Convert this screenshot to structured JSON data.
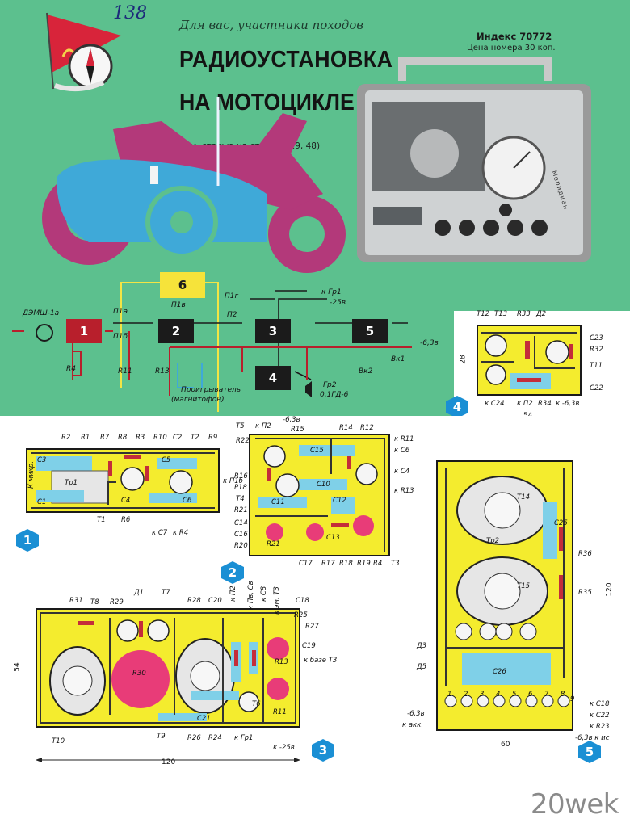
{
  "header": {
    "handwritten": "138",
    "slogan": "Для вас, участники походов",
    "title_line1": "РАДИОУСТАНОВКА",
    "title_line2": "НА МОТОЦИКЛЕ",
    "subtitle": "(См. статью на стр. 27—29, 48)",
    "index": "Индекс 70772",
    "price": "Цена номера 30 коп."
  },
  "radio": {
    "brand": "Меридиан"
  },
  "block_diagram": {
    "blocks": [
      "1",
      "2",
      "3",
      "4",
      "5",
      "6"
    ],
    "labels": {
      "mic": "ДЭМШ-1а",
      "p1a": "П1а",
      "p1b": "П1б",
      "p1c": "П1в",
      "p1g": "П1г",
      "p2": "П2",
      "r4": "R4",
      "r11": "R11",
      "r13": "R13",
      "kgr1": "к Гр1",
      "minus25": "-25в",
      "minus63": "-6,3в",
      "vk1": "Вк1",
      "vk2": "Вк2",
      "gr2": "Гр2",
      "speaker": "0,1ГД-6",
      "player1": "Проигрыватель",
      "player2": "(магнитофон)"
    }
  },
  "panels": {
    "p1": {
      "badge": "1",
      "side_label": "К микр.",
      "top": [
        "R2",
        "R1",
        "R7",
        "R8",
        "R3",
        "R10",
        "C2",
        "T2",
        "R9"
      ],
      "inner": [
        "C3",
        "Tp1",
        "C1",
        "C4",
        "C5",
        "C6"
      ],
      "bottom": [
        "T1",
        "R6",
        "к C7",
        "к R4",
        "к П1б"
      ]
    },
    "p2": {
      "badge": "2",
      "left": [
        "T5",
        "R22",
        "R16",
        "P18",
        "T4",
        "R21",
        "C14",
        "C16",
        "R20"
      ],
      "top": [
        "к П2",
        "-6,3в",
        "R15",
        "R14",
        "R12"
      ],
      "right": [
        "к R11",
        "к C6",
        "к C4",
        "к R13"
      ],
      "inner": [
        "C15",
        "C10",
        "C11",
        "C12",
        "C13",
        "R21"
      ],
      "bottom": [
        "C17",
        "R17",
        "R18",
        "R19",
        "R4",
        "T3"
      ]
    },
    "p3": {
      "badge": "3",
      "top": [
        "R31",
        "T8",
        "R29",
        "Д1",
        "T7",
        "R28",
        "C20",
        "к П2",
        "к Пв, Св",
        "к C8",
        "к эм. T3",
        "C18"
      ],
      "right": [
        "R25",
        "R27",
        "C19",
        "к базе T3",
        "R13",
        "R11",
        "T6"
      ],
      "inner": [
        "R30",
        "C21"
      ],
      "bottom": [
        "T10",
        "T9",
        "R26",
        "R24",
        "к Гр1",
        "к -25в"
      ],
      "dim_w": "120",
      "dim_h": "54"
    },
    "p4": {
      "badge": "4",
      "top": [
        "T12",
        "T13",
        "R33",
        "Д2"
      ],
      "right": [
        "C23",
        "R32",
        "T11",
        "C22"
      ],
      "bottom": [
        "к C24",
        "к П2",
        "R34",
        "к -6,3в"
      ],
      "dim_w": "54",
      "dim_h": "28"
    },
    "p5": {
      "badge": "5",
      "inner": [
        "T14",
        "Tp2",
        "C25",
        "R36",
        "T15",
        "R35",
        "Д3",
        "Д5",
        "C26"
      ],
      "terminals": [
        "1",
        "2",
        "3",
        "4",
        "5",
        "6",
        "7",
        "8",
        "9"
      ],
      "left": [
        "-6,3в",
        "к акк."
      ],
      "right": [
        "к C18",
        "к C22",
        "к R23",
        "-6,3в к ис"
      ],
      "dim_w": "60",
      "dim_h": "120"
    }
  },
  "watermark": "20wek",
  "colors": {
    "cover_green": "#5cc08e",
    "board_yellow": "#f4ec2e",
    "track_blue": "#7fd0e8",
    "block_red": "#b81f2c",
    "badge_blue": "#1a8fd4",
    "moto_magenta": "#b3397a"
  }
}
